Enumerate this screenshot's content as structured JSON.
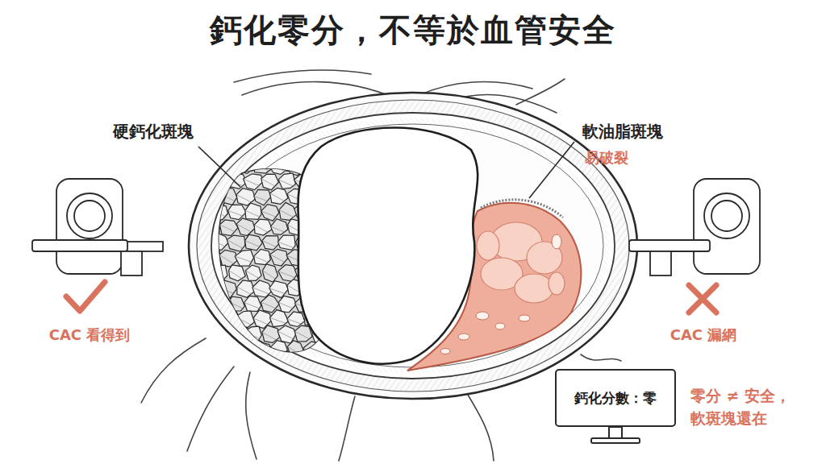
{
  "diagram": {
    "title": "鈣化零分，不等於血管安全",
    "nodes": [
      {
        "text": [
          "鈣化分數：零"
        ]
      }
    ],
    "labels": [
      "硬鈣化斑塊",
      "軟油脂斑塊",
      "易破裂",
      "CAC 看得到",
      "CAC 漏網",
      "零分 ≠ 安全， 軟斑塊還在"
    ]
  }
}
